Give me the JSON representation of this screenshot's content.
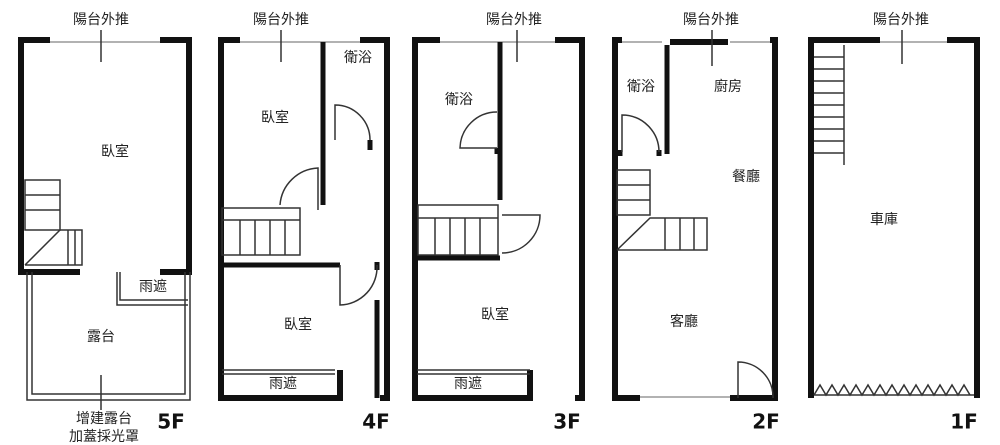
{
  "floors": [
    {
      "level": "5F",
      "balcony_label": "陽台外推",
      "rooms": [
        "臥室",
        "雨遮",
        "露台"
      ],
      "note_line1": "增建露台",
      "note_line2": "加蓋採光罩"
    },
    {
      "level": "4F",
      "balcony_label": "陽台外推",
      "rooms": [
        "衛浴",
        "臥室",
        "臥室",
        "雨遮"
      ]
    },
    {
      "level": "3F",
      "balcony_label": "陽台外推",
      "rooms": [
        "衛浴",
        "臥室",
        "雨遮"
      ]
    },
    {
      "level": "2F",
      "balcony_label": "陽台外推",
      "rooms": [
        "衛浴",
        "廚房",
        "餐廳",
        "客廳"
      ]
    },
    {
      "level": "1F",
      "balcony_label": "陽台外推",
      "rooms": [
        "車庫"
      ]
    }
  ]
}
